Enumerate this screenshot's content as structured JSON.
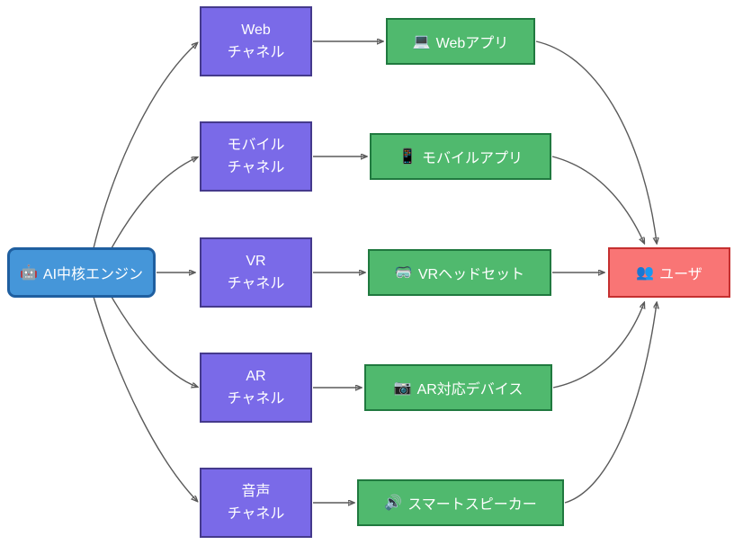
{
  "diagram": {
    "background_color": "#ffffff",
    "edge_color": "#5a5a5a",
    "core": {
      "icon": "🤖",
      "label": "AI中核エンジン",
      "fill": "#4596d9",
      "border_color": "#1f5fa0",
      "text_color": "#ffffff"
    },
    "channels": [
      {
        "line1": "Web",
        "line2": "チャネル"
      },
      {
        "line1": "モバイル",
        "line2": "チャネル"
      },
      {
        "line1": "VR",
        "line2": "チャネル"
      },
      {
        "line1": "AR",
        "line2": "チャネル"
      },
      {
        "line1": "音声",
        "line2": "チャネル"
      }
    ],
    "channel_style": {
      "fill": "#7a6ae8",
      "border_color": "#453a8c",
      "text_color": "#ffffff"
    },
    "devices": [
      {
        "icon": "💻",
        "label": "Webアプリ"
      },
      {
        "icon": "📱",
        "label": "モバイルアプリ"
      },
      {
        "icon": "🥽",
        "label": "VRヘッドセット"
      },
      {
        "icon": "📷",
        "label": "AR対応デバイス"
      },
      {
        "icon": "🔊",
        "label": "スマートスピーカー"
      }
    ],
    "device_style": {
      "fill": "#50b96e",
      "border_color": "#20793f",
      "text_color": "#ffffff"
    },
    "user": {
      "icon": "👥",
      "label": "ユーザ",
      "fill": "#f97575",
      "border_color": "#c53030",
      "text_color": "#ffffff"
    }
  }
}
